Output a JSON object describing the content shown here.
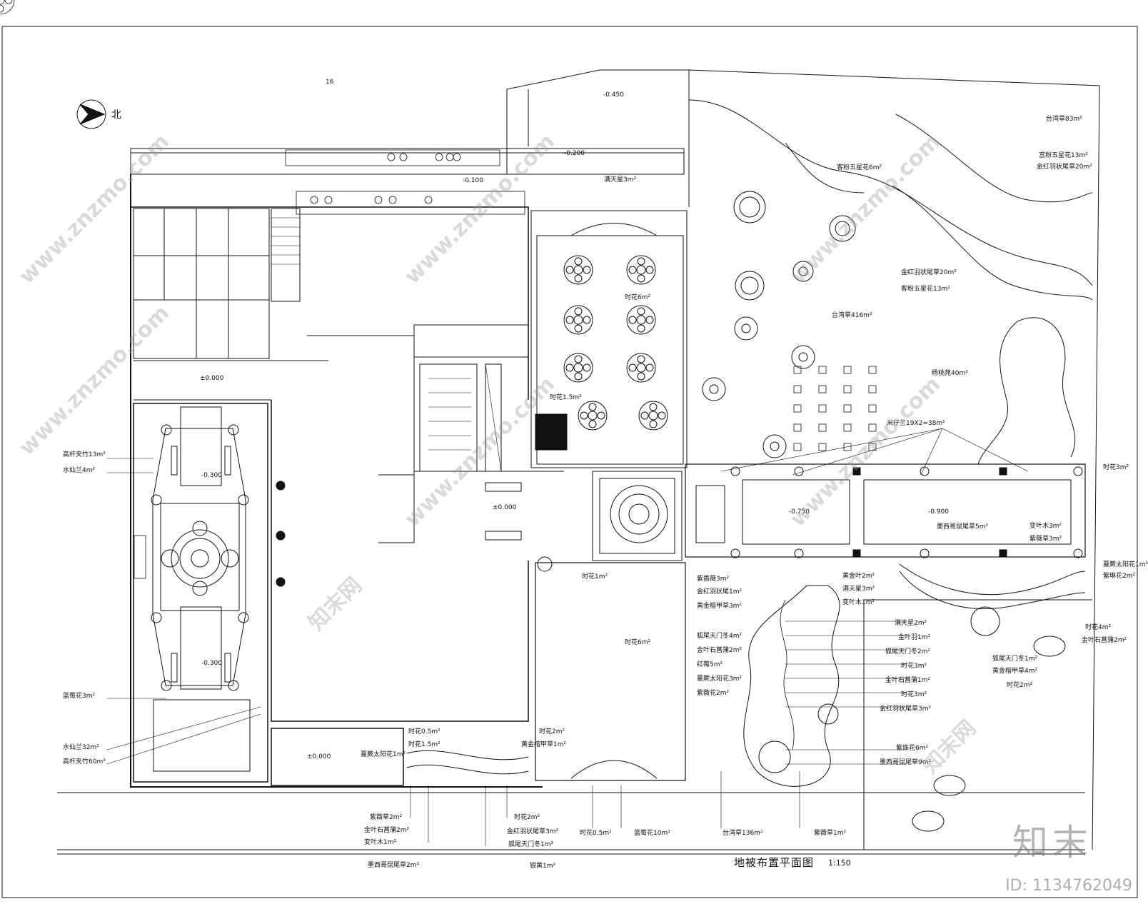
{
  "drawing": {
    "title": "地被布置平面图",
    "scale": "1:150",
    "north": "北",
    "callout_number": "16"
  },
  "levels": [
    "-0.450",
    "-0.200",
    "-0.100",
    "±0.000",
    "-0.300",
    "-0.300",
    "±0.000",
    "±0.000",
    "-0.750",
    "-0.900"
  ],
  "left_labels": [
    "高杆夹竹13m²",
    "水仙兰4m²",
    "蓝莓花3m²",
    "水仙兰32m²",
    "高杆夹竹60m²"
  ],
  "top_right_labels": [
    "台湾草83m²",
    "宫粉五星花13m²",
    "金红羽状尾草20m²",
    "客粉五星花6m²",
    "金红羽状尾草20m²",
    "客粉五星花13m²",
    "台湾草416m²",
    "杨桃苑40m²",
    "满天星3m²",
    "时花6m²",
    "时花1.5m²",
    "米仔兰19X2=38m²",
    "时花3m²"
  ],
  "mid_right_labels": [
    "墨西哥鼠尾草5m²",
    "变叶木3m²",
    "紫薇草3m²",
    "蔓蕨太阳花1m²",
    "紫琳花2m²",
    "黄金叶2m²",
    "满天星3m²",
    "变叶木1m²",
    "紫蔷薇3m²",
    "金红羽状尾1m²",
    "黄金榕甲草3m²",
    "时花1m²",
    "时花6m²",
    "狐尾天门冬4m²",
    "金叶石菖蒲2m²",
    "红莓5m²",
    "蔓蕨太阳花3m²",
    "紫薇花2m²"
  ],
  "right_list_labels": [
    "满天星2m²",
    "金叶羽1m²",
    "狐尾天门冬2m²",
    "时花3m²",
    "金叶石菖蒲1m²",
    "时花3m²",
    "金红羽状尾草3m²",
    "紫珠花6m²",
    "墨西哥鼠尾草9m²",
    "时花4m²",
    "金叶石菖蒲2m²",
    "狐尾天门冬1m²",
    "黄金榕甲草4m²",
    "时花2m²"
  ],
  "bottom_labels": [
    "紫薇草2m²",
    "金叶石菖蒲2m²",
    "变叶木1m²",
    "墨西哥鼠尾草2m²",
    "时花2m²",
    "金红羽状尾草3m²",
    "狐尾天门冬1m²",
    "银黄1m²",
    "时花0.5m²",
    "蓝莓花10m²",
    "台湾草136m²",
    "紫薇草1m²",
    "时花0.5m²",
    "时花1.5m²",
    "蔓蕨太阳花1m²",
    "黄金榕甲草1m²",
    "时花2m²"
  ],
  "watermark": {
    "site": "www.znzmo.com",
    "brand": "知末网",
    "logo": "知末",
    "image_id": "ID: 1134762049"
  }
}
